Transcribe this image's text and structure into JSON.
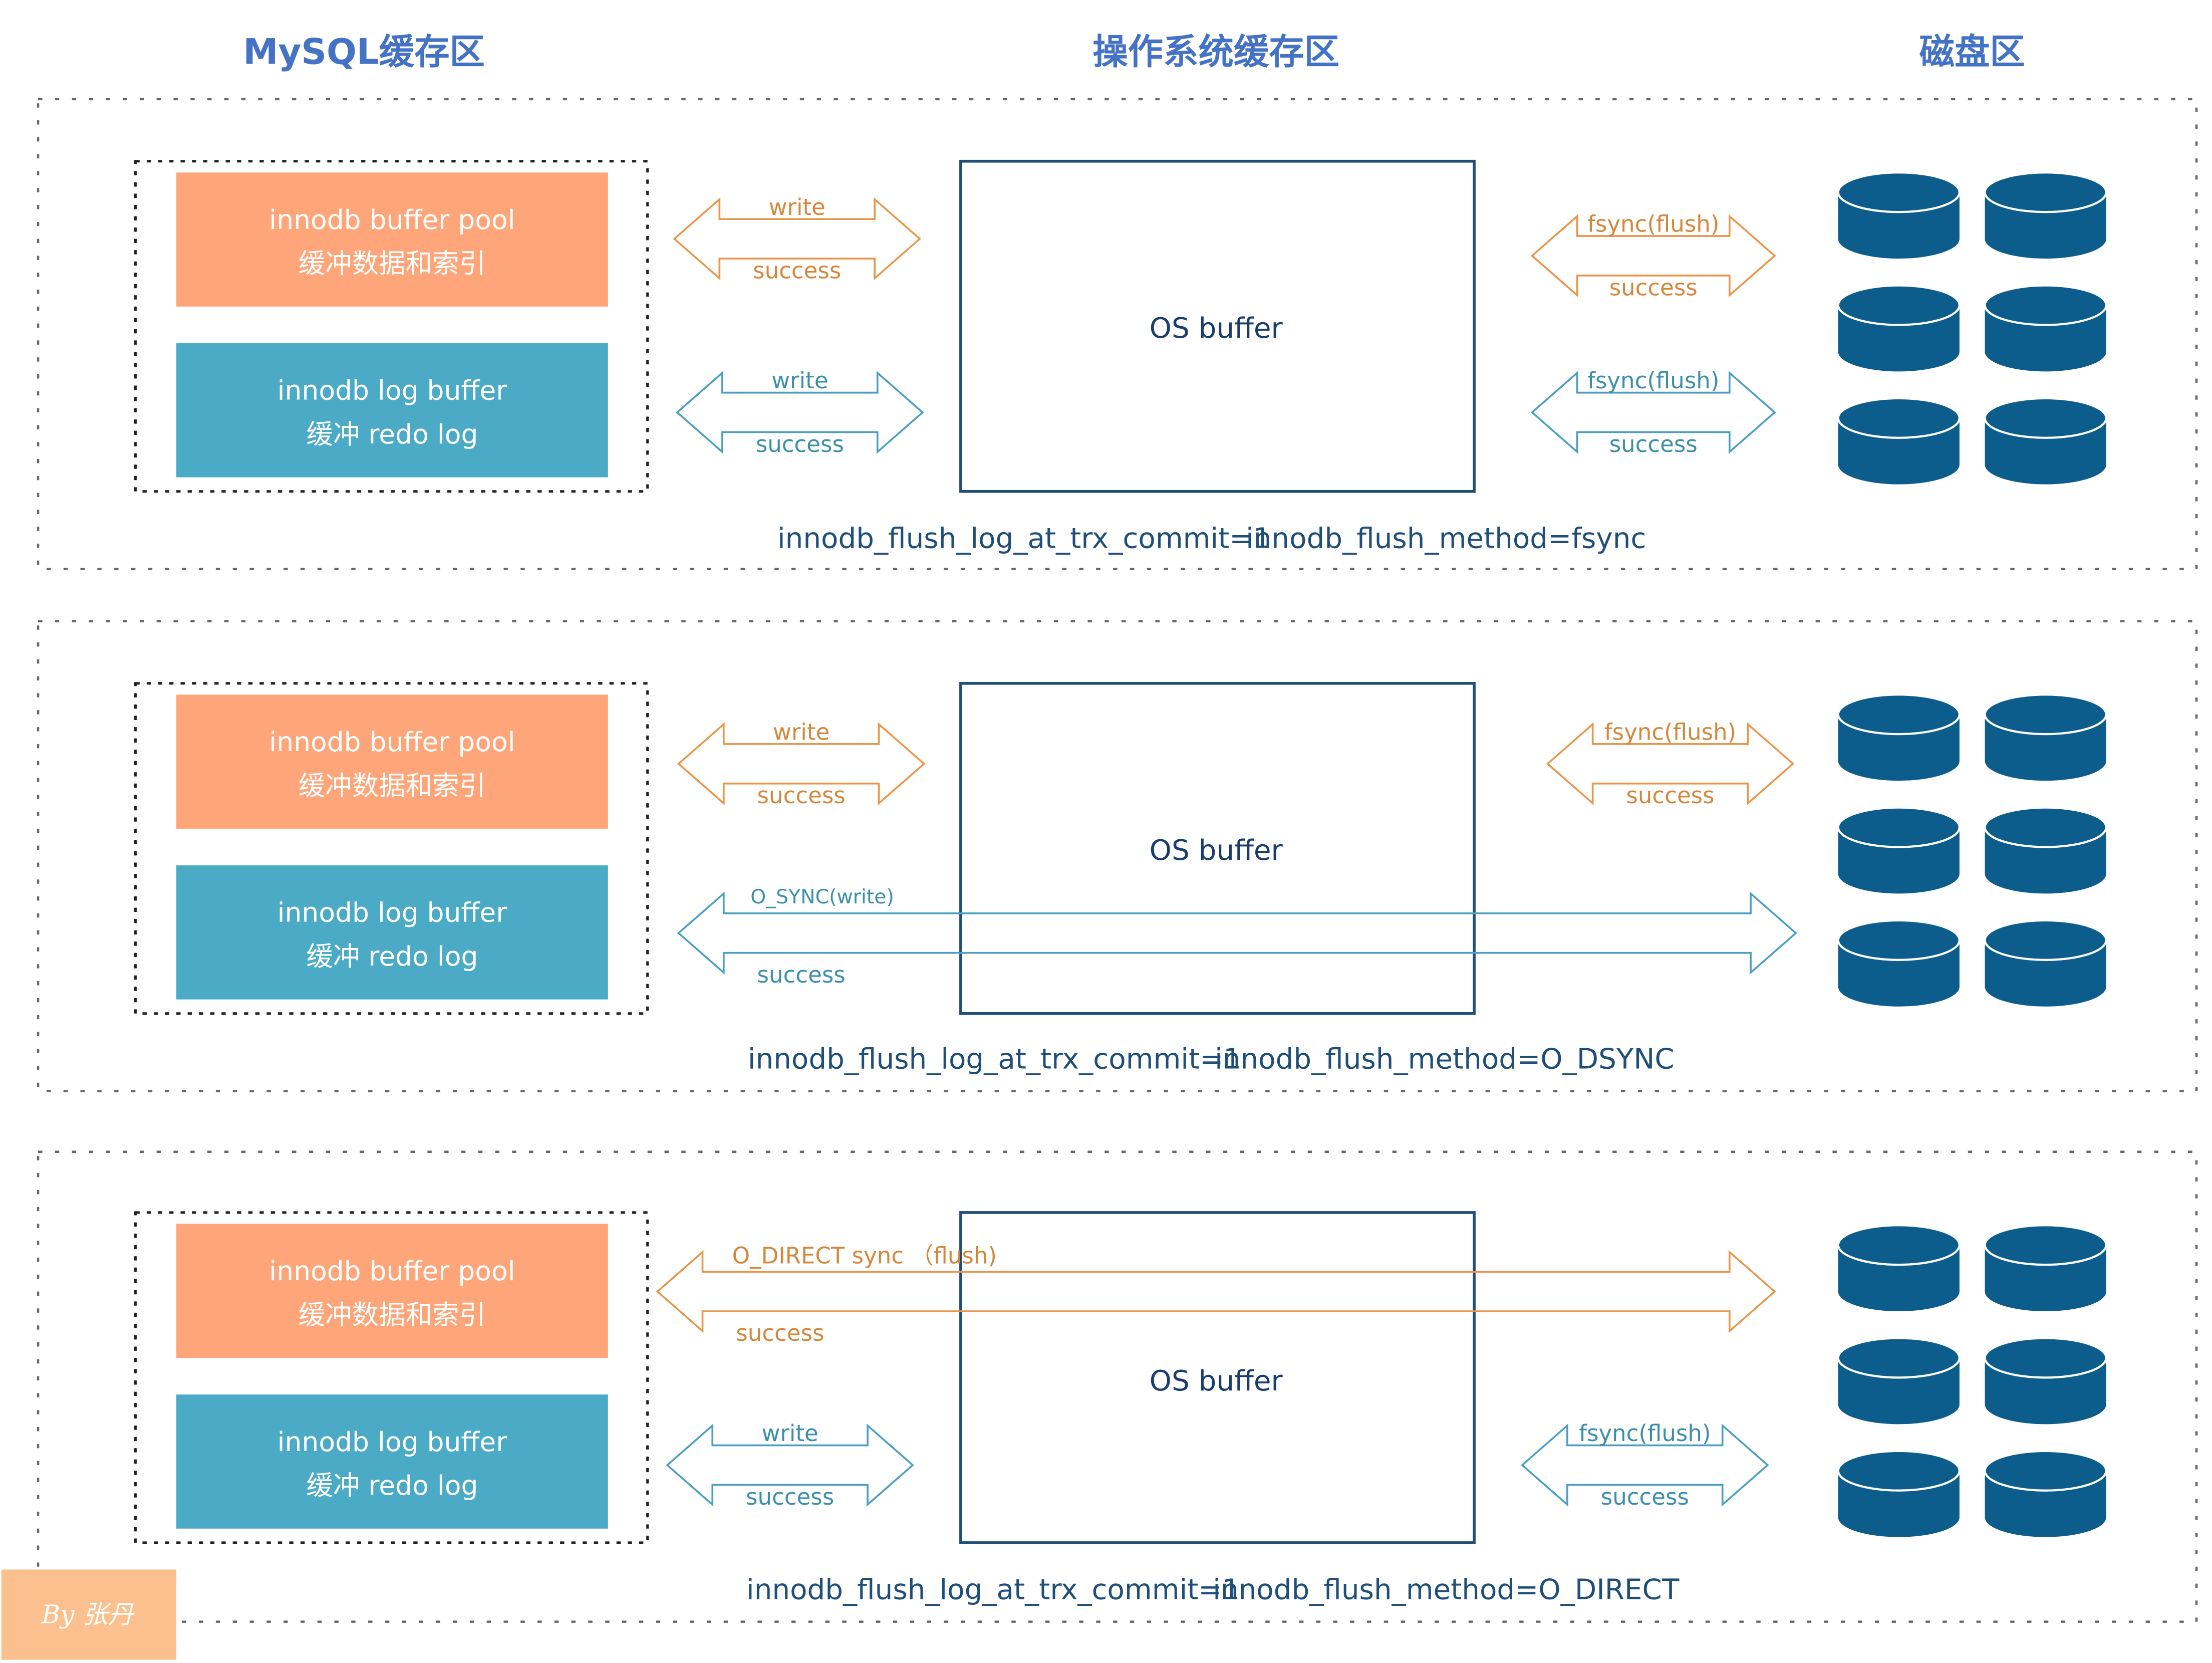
{
  "colors": {
    "header": "#4472c4",
    "buffer_pool_box": "#ffa57a",
    "log_buffer_box": "#4babc6",
    "os_buffer_border": "#1f4e79",
    "orange_arrow": "#e8964a",
    "blue_arrow": "#4a9fbf",
    "disk": "#0d5d8c",
    "config_text": "#1f4e79"
  },
  "headers": {
    "mysql": "MySQL缓存区",
    "os": "操作系统缓存区",
    "disk": "磁盘区"
  },
  "boxes": {
    "buffer_pool_line1": "innodb buffer pool",
    "buffer_pool_line2": "缓冲数据和索引",
    "log_buffer_line1": "innodb log buffer",
    "log_buffer_line2": "缓冲 redo log",
    "os_buffer": "OS buffer"
  },
  "rows": [
    {
      "top_left_arrow": {
        "top": "write",
        "bottom": "success"
      },
      "top_right_arrow": {
        "top": "fsync(flush)",
        "bottom": "success"
      },
      "bottom_left_arrow": {
        "top": "write",
        "bottom": "success"
      },
      "bottom_right_arrow": {
        "top": "fsync(flush)",
        "bottom": "success"
      },
      "config_commit": "innodb_flush_log_at_trx_commit=1",
      "config_method": "innodb_flush_method=fsync"
    },
    {
      "top_left_arrow": {
        "top": "write",
        "bottom": "success"
      },
      "top_right_arrow": {
        "top": "fsync(flush)",
        "bottom": "success"
      },
      "long_arrow": {
        "top": "O_SYNC(write)",
        "bottom": "success"
      },
      "config_commit": "innodb_flush_log_at_trx_commit=1",
      "config_method": "innodb_flush_method=O_DSYNC"
    },
    {
      "long_arrow": {
        "top": "O_DIRECT sync （flush)",
        "bottom": "success"
      },
      "bottom_left_arrow": {
        "top": "write",
        "bottom": "success"
      },
      "bottom_right_arrow": {
        "top": "fsync(flush)",
        "bottom": "success"
      },
      "config_commit": "innodb_flush_log_at_trx_commit=1",
      "config_method": "innodb_flush_method=O_DIRECT"
    }
  ],
  "watermark": "By 张丹"
}
